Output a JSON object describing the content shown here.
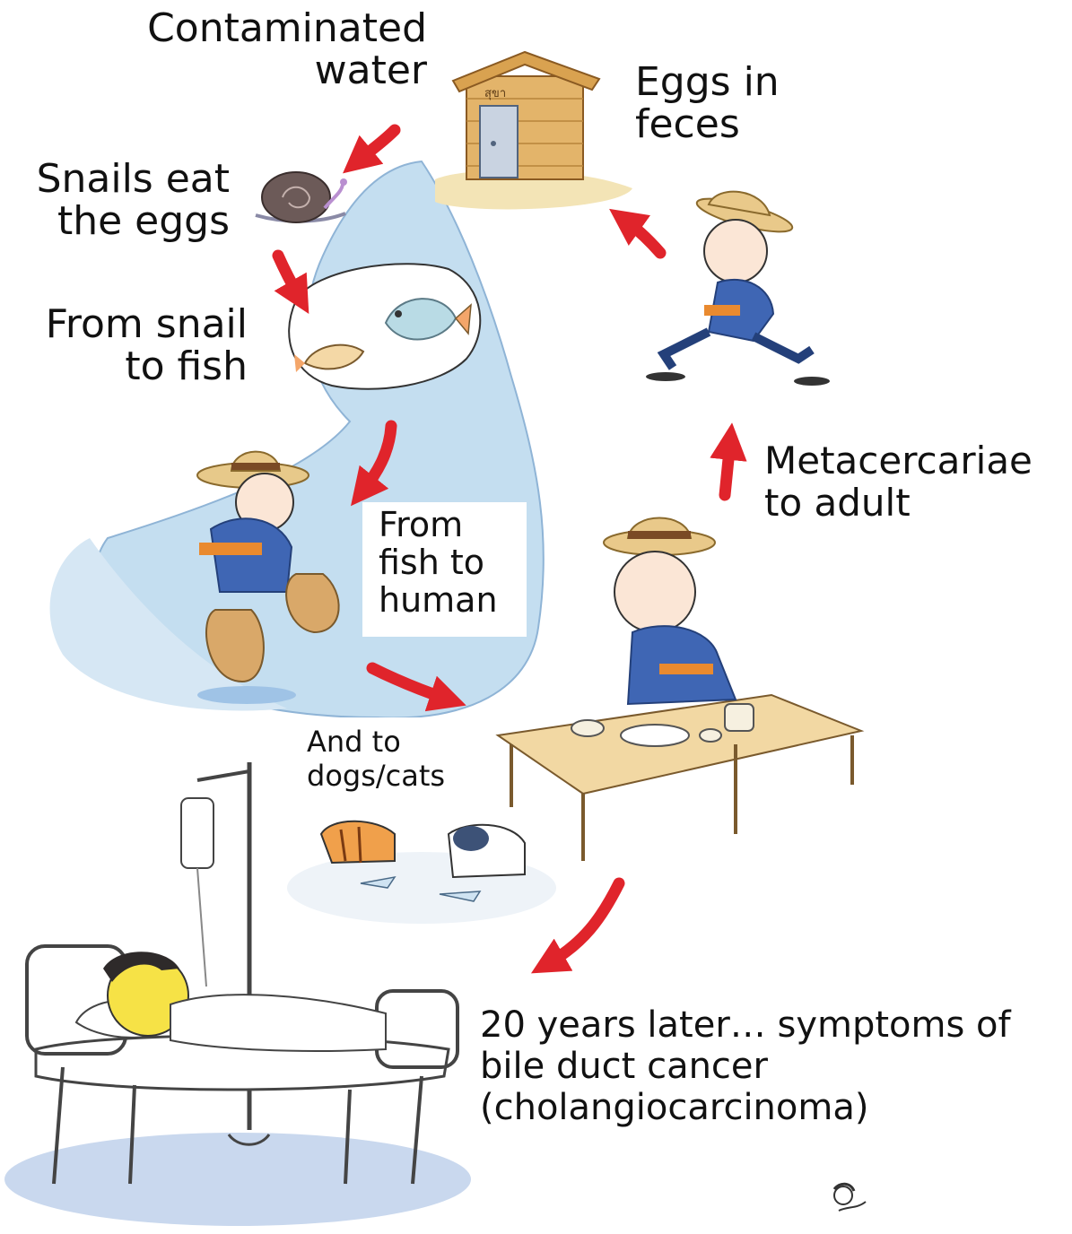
{
  "diagram": {
    "contaminated_water": [
      "Contaminated",
      "water"
    ],
    "eggs_in_feces": [
      "Eggs in",
      "feces"
    ],
    "snails_eat_eggs": [
      "Snails eat",
      "the eggs"
    ],
    "snail_to_fish": [
      "From snail",
      "to fish"
    ],
    "fish_to_human": [
      "From",
      "fish to",
      "human"
    ],
    "to_dogs_cats": [
      "And to",
      "dogs/cats"
    ],
    "metacercariae": [
      "Metacercariae",
      "to adult"
    ],
    "symptoms": [
      "20 years later… symptoms of",
      "bile duct cancer",
      "(cholangiocarcinoma)"
    ],
    "toilet_sign": "สุขา"
  },
  "colors": {
    "arrow": "#e0242b",
    "water": "#c4def0",
    "uniform": "#3f66b4",
    "sash": "#e98a2f",
    "hat": "#e9c98a",
    "wood": "#e3b46a",
    "ground": "#e3ebf5"
  }
}
